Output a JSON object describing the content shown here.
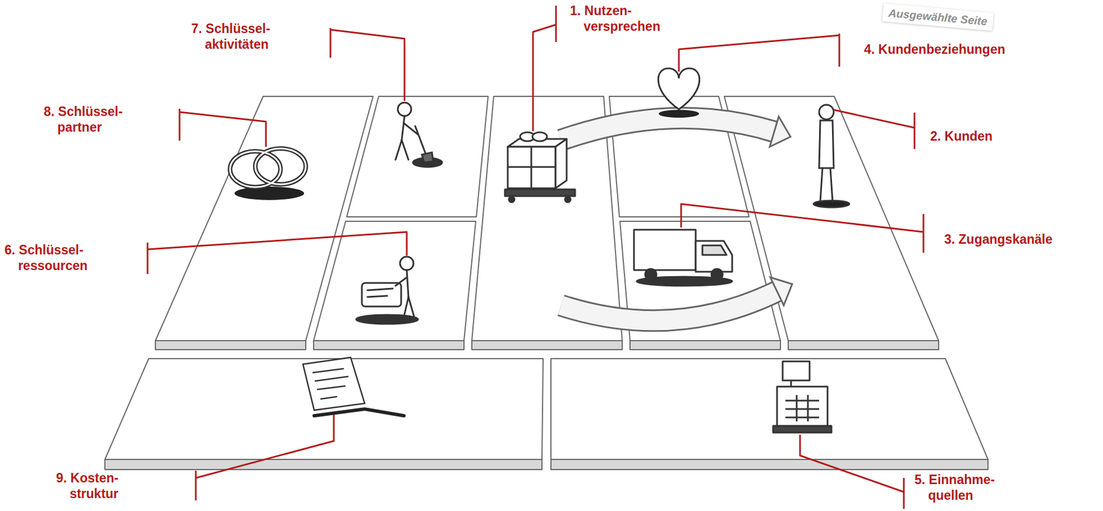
{
  "diagram": {
    "labels": [
      "7. Schlüssel- aktivitäten",
      "1. Nutzen- versprechen",
      "Ausgewählte Seite",
      "4. Kundenbeziehungen",
      "8. Schlüssel- partner",
      "2. Kunden",
      "6. Schlüssel- ressourcen",
      "3. Zugangskanäle",
      "9. Kosten- struktur",
      "5. Einnahme- quellen"
    ]
  }
}
